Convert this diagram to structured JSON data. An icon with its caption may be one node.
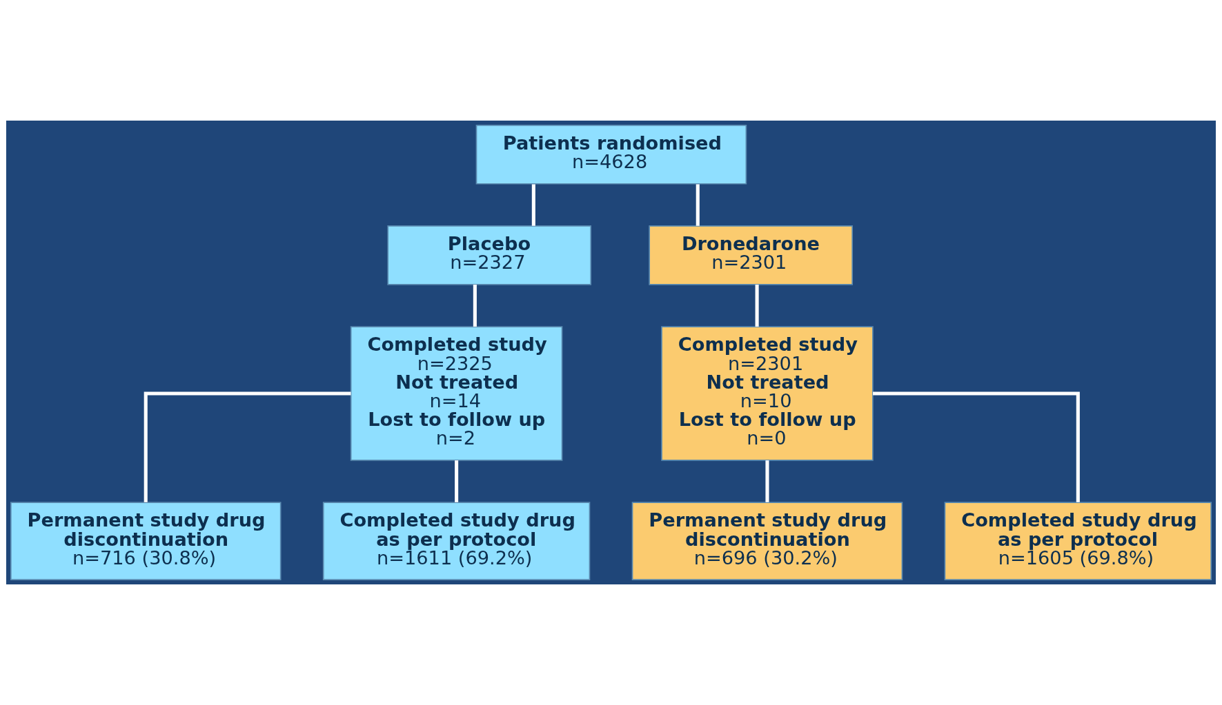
{
  "diagram": {
    "nodes": [
      {
        "text": [
          "Patients randomised",
          "n=4628"
        ]
      },
      {
        "text": [
          "Placebo",
          "n=2327"
        ]
      },
      {
        "text": [
          "Dronedarone",
          "n=2301"
        ]
      },
      {
        "text": [
          "Completed study",
          "n=2325",
          "Not treated",
          "n=14",
          "Lost to follow up",
          "n=2"
        ]
      },
      {
        "text": [
          "Completed study",
          "n=2301",
          "Not treated",
          "n=10",
          "Lost to follow up",
          "n=0"
        ]
      },
      {
        "text": [
          "Permanent study drug discontinuation",
          "n=716 (30.8%)"
        ]
      },
      {
        "text": [
          "Completed study drug as per protocol",
          "n=1611 (69.2%)"
        ]
      },
      {
        "text": [
          "Permanent study drug discontinuation",
          "n=696 (30.2%)"
        ]
      },
      {
        "text": [
          "Completed study drug as per protocol",
          "n=1605 (69.8%)"
        ]
      }
    ],
    "edges": [
      {
        "from": 0,
        "to": 1,
        "arrow": "none"
      },
      {
        "from": 0,
        "to": 2,
        "arrow": "none"
      },
      {
        "from": 1,
        "to": 3,
        "arrow": "none"
      },
      {
        "from": 2,
        "to": 4,
        "arrow": "none"
      },
      {
        "from": 3,
        "to": 5,
        "arrow": "none"
      },
      {
        "from": 3,
        "to": 6,
        "arrow": "none"
      },
      {
        "from": 4,
        "to": 7,
        "arrow": "none"
      },
      {
        "from": 4,
        "to": 8,
        "arrow": "none"
      }
    ]
  }
}
